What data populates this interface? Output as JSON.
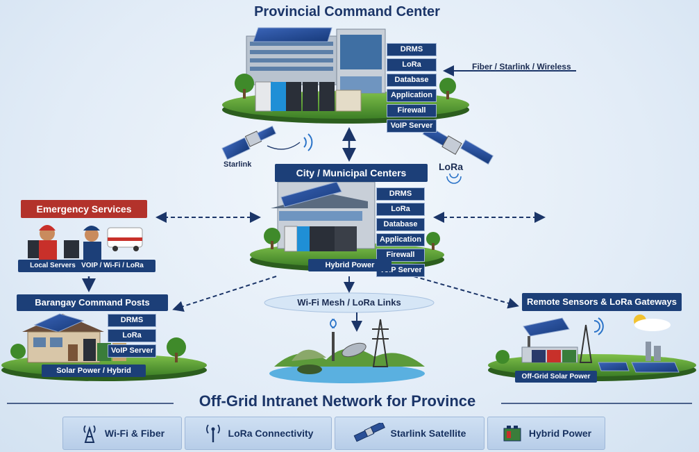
{
  "provincial": {
    "title": "Provincial Command Center",
    "services": [
      "DRMS",
      "LoRa",
      "Database",
      "Application",
      "Firewall",
      "VoIP Server"
    ],
    "uplink_label": "Fiber / Starlink / Wireless"
  },
  "starlink_label": "Starlink",
  "lora_label": "LoRa",
  "city": {
    "title": "City / Municipal Centers",
    "services": [
      "DRMS",
      "LoRa",
      "Database",
      "Application",
      "Firewall",
      "VoIP Server"
    ],
    "power_label": "Hybrid Power"
  },
  "emergency": {
    "title": "Emergency Services",
    "caption": "Local Servers   VOIP / Wi-Fi / LoRa"
  },
  "barangay": {
    "title": "Barangay Command Posts",
    "services": [
      "DRMS",
      "LoRa",
      "VoIP Server"
    ],
    "power_label": "Solar Power / Hybrid"
  },
  "mesh_label": "Wi-Fi Mesh / LoRa Links",
  "remote": {
    "title": "Remote Sensors & LoRa Gateways",
    "power_label": "Off-Grid Solar Power"
  },
  "footer": {
    "title": "Off-Grid Intranet Network for Province",
    "items": [
      {
        "label": "Wi-Fi & Fiber",
        "icon": "tower-icon"
      },
      {
        "label": "LoRa Connectivity",
        "icon": "antenna-icon"
      },
      {
        "label": "Starlink Satellite",
        "icon": "satellite-icon"
      },
      {
        "label": "Hybrid Power",
        "icon": "battery-icon"
      }
    ]
  },
  "colors": {
    "navy": "#1c3f78",
    "banner_red": "#b3322b",
    "grass": "#4f9a34",
    "background": "#e4eef8"
  }
}
